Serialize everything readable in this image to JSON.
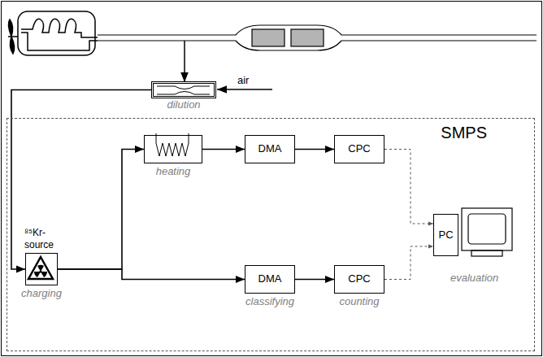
{
  "diagram": {
    "nodes": [
      {
        "text": [
          "dilution"
        ]
      },
      {
        "text": [
          "SMPS"
        ]
      },
      {
        "text": [
          "⁸⁵Kr-source",
          "charging"
        ],
        "in": 1
      },
      {
        "text": [
          "heating"
        ],
        "in": 1
      },
      {
        "text": [
          "DMA"
        ],
        "in": 1
      },
      {
        "text": [
          "CPC"
        ],
        "in": 1
      },
      {
        "text": [
          "DMA",
          "classifying"
        ],
        "in": 1
      },
      {
        "text": [
          "CPC",
          "counting"
        ],
        "in": 1
      },
      {
        "text": [
          "PC",
          "evaluation"
        ],
        "in": 1
      }
    ],
    "edges": [
      {
        "from": 0,
        "to": 2,
        "arrow": "to"
      },
      {
        "from": 2,
        "to": 3,
        "arrow": "to"
      },
      {
        "from": 3,
        "to": 4,
        "arrow": "to"
      },
      {
        "from": 4,
        "to": 5,
        "arrow": "to"
      },
      {
        "from": 2,
        "to": 6,
        "arrow": "to"
      },
      {
        "from": 6,
        "to": 7,
        "arrow": "to"
      },
      {
        "from": 5,
        "to": 8,
        "arrow": "to"
      },
      {
        "from": 7,
        "to": 8,
        "arrow": "to"
      }
    ],
    "labels": [
      "air"
    ]
  }
}
